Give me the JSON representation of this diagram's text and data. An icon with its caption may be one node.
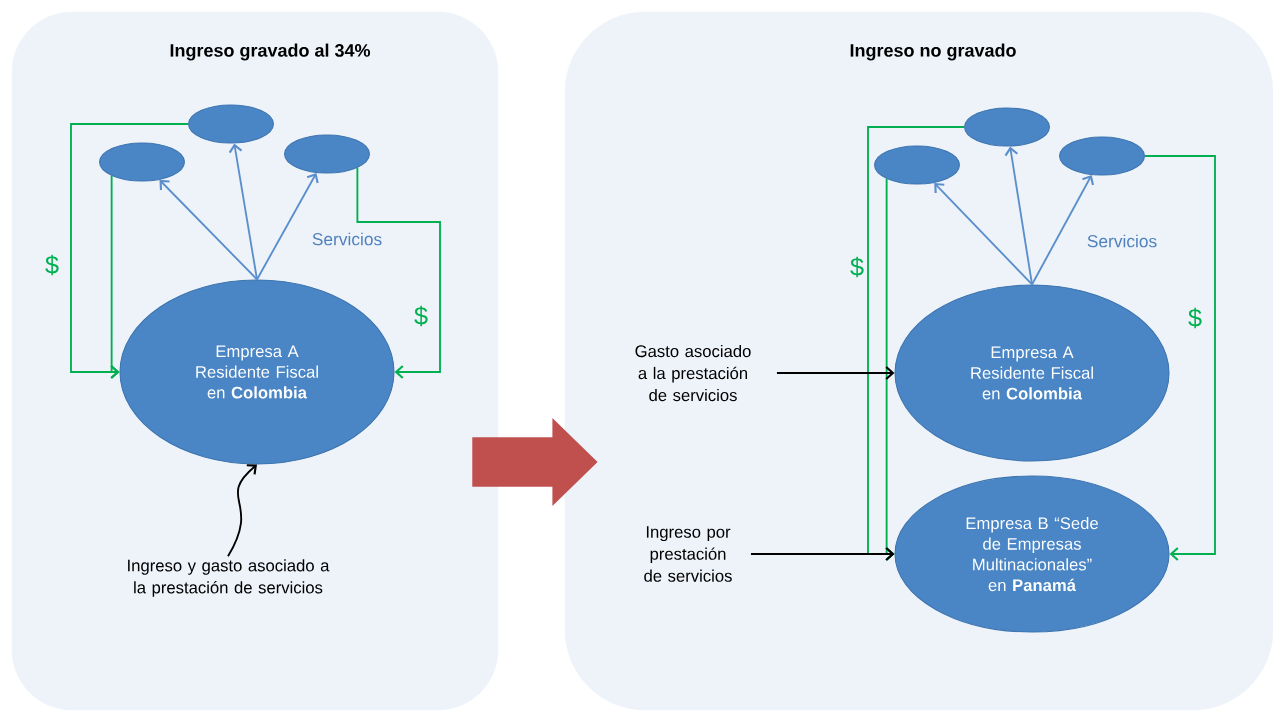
{
  "diagram": {
    "nodes": [
      {
        "text": [
          "Ingreso gravado al 34%"
        ]
      },
      {
        "text": [],
        "shape": "ellipse",
        "in": 0
      },
      {
        "text": [],
        "shape": "ellipse",
        "in": 0
      },
      {
        "text": [],
        "shape": "ellipse",
        "in": 0
      },
      {
        "text": [
          "Empresa A Residente Fiscal en **Colombia**"
        ],
        "in": 0
      },
      {
        "text": [
          "Ingreso y gasto asociado a la prestación de servicios"
        ],
        "in": 0
      },
      {
        "text": [
          "Ingreso no gravado"
        ]
      },
      {
        "text": [],
        "shape": "ellipse",
        "in": 6
      },
      {
        "text": [],
        "shape": "ellipse",
        "in": 6
      },
      {
        "text": [],
        "shape": "ellipse",
        "in": 6
      },
      {
        "text": [
          "Gasto asociado a la prestación de servicios"
        ],
        "in": 6
      },
      {
        "text": [
          "Empresa A Residente Fiscal en **Colombia**"
        ],
        "in": 6
      },
      {
        "text": [
          "Ingreso por prestación de servicios"
        ],
        "in": 6
      },
      {
        "text": [
          "Empresa B “Sede de Empresas Multinacionales” en **Panamá**"
        ],
        "in": 6
      }
    ],
    "edges": [
      {
        "from": 4,
        "to": 1,
        "arrow": "to",
        "color": "#5b8fcc"
      },
      {
        "from": 4,
        "to": 2,
        "arrow": "to",
        "color": "#5b8fcc"
      },
      {
        "from": 4,
        "to": 3,
        "arrow": "to",
        "color": "#5b8fcc"
      },
      {
        "from": 2,
        "to": 4,
        "arrow": "to",
        "color": "#00b050"
      },
      {
        "from": 1,
        "to": 4,
        "arrow": "to",
        "color": "#00b050"
      },
      {
        "from": 3,
        "to": 4,
        "arrow": "to",
        "color": "#00b050"
      },
      {
        "from": 5,
        "to": 4,
        "arrow": "to",
        "color": "#000000"
      },
      {
        "from": 0,
        "to": 6,
        "arrow": "to",
        "style": "thick",
        "color": "#c0504d"
      },
      {
        "from": 11,
        "to": 7,
        "arrow": "to",
        "color": "#5b8fcc"
      },
      {
        "from": 11,
        "to": 8,
        "arrow": "to",
        "color": "#5b8fcc"
      },
      {
        "from": 11,
        "to": 9,
        "arrow": "to",
        "color": "#5b8fcc"
      },
      {
        "from": 7,
        "to": 13,
        "arrow": "to",
        "color": "#00b050"
      },
      {
        "from": 8,
        "to": 13,
        "arrow": "to",
        "color": "#00b050"
      },
      {
        "from": 9,
        "to": 13,
        "arrow": "to",
        "color": "#00b050"
      },
      {
        "from": 10,
        "to": 11,
        "arrow": "to",
        "color": "#000000"
      },
      {
        "from": 12,
        "to": 13,
        "arrow": "to",
        "color": "#000000"
      }
    ],
    "labels": [
      "Servicios",
      "$",
      "$",
      "Servicios",
      "$",
      "$"
    ]
  }
}
